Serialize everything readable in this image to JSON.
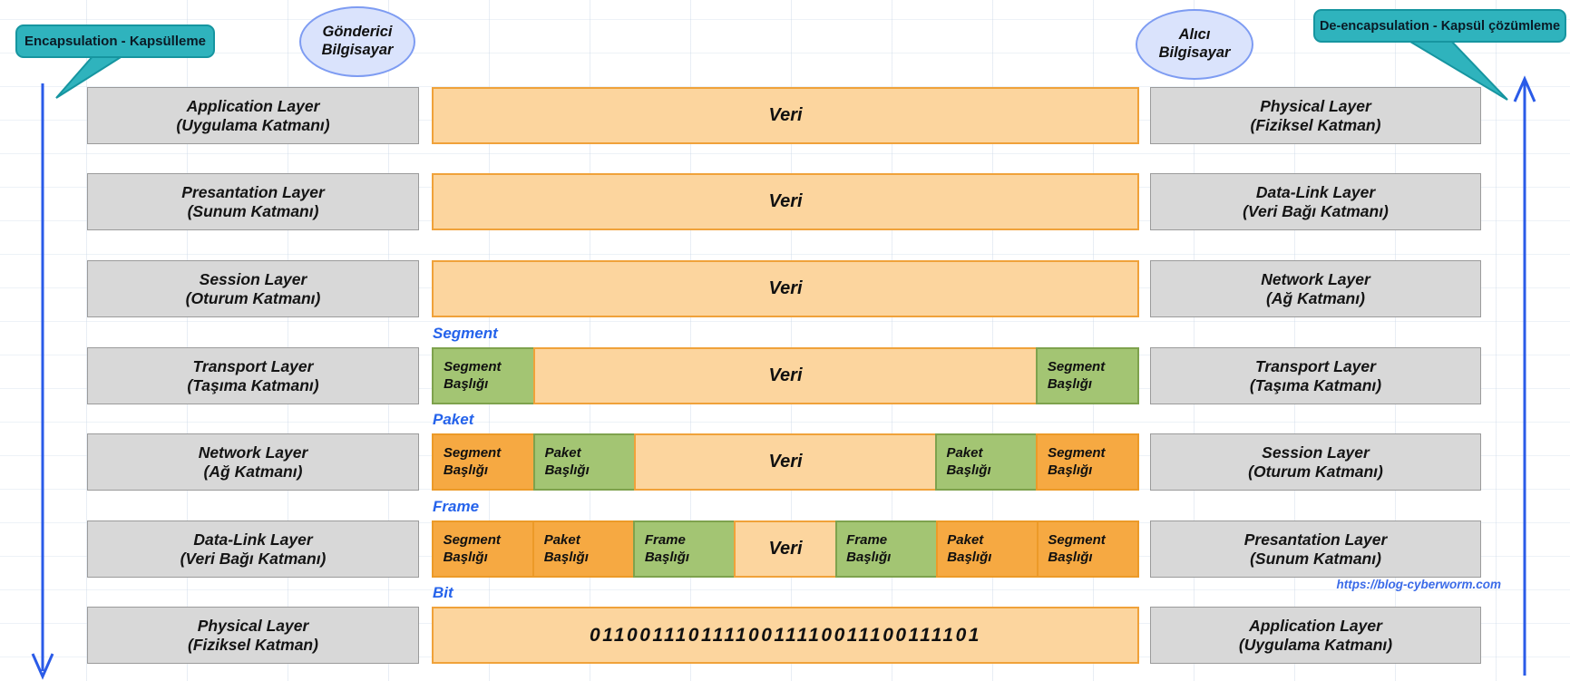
{
  "colors": {
    "teal": "#2FB3BD",
    "teal_border": "#1695A0",
    "peach": "#FCD59E",
    "peach_border": "#F0A23A",
    "orange": "#F6A942",
    "orange_border": "#EC9A28",
    "green": "#A3C573",
    "green_border": "#7EA24D",
    "gray_box": "#D8D8D8",
    "gray_border": "#9B9B9B",
    "ellipse_fill": "#DAE3FC",
    "ellipse_border": "#7E9CF2",
    "arrow_blue": "#2A5BE8",
    "label_blue": "#2563EB"
  },
  "callouts": {
    "encapsulation": "Encapsulation - Kapsülleme",
    "deencapsulation": "De-encapsulation - Kapsül çözümleme"
  },
  "computers": {
    "sender": {
      "line1": "Gönderici",
      "line2": "Bilgisayar"
    },
    "receiver": {
      "line1": "Alıcı",
      "line2": "Bilgisayar"
    }
  },
  "left_layers": [
    {
      "en": "Application Layer",
      "tr": "(Uygulama Katmanı)"
    },
    {
      "en": "Presantation Layer",
      "tr": "(Sunum Katmanı)"
    },
    {
      "en": "Session Layer",
      "tr": "(Oturum Katmanı)"
    },
    {
      "en": "Transport Layer",
      "tr": "(Taşıma Katmanı)"
    },
    {
      "en": "Network Layer",
      "tr": "(Ağ Katmanı)"
    },
    {
      "en": "Data-Link Layer",
      "tr": "(Veri Bağı Katmanı)"
    },
    {
      "en": "Physical Layer",
      "tr": "(Fiziksel Katman)"
    }
  ],
  "right_layers": [
    {
      "en": "Physical Layer",
      "tr": "(Fiziksel Katman)"
    },
    {
      "en": "Data-Link Layer",
      "tr": "(Veri Bağı Katmanı)"
    },
    {
      "en": "Network Layer",
      "tr": "(Ağ Katmanı)"
    },
    {
      "en": "Transport Layer",
      "tr": "(Taşıma Katmanı)"
    },
    {
      "en": "Session Layer",
      "tr": "(Oturum Katmanı)"
    },
    {
      "en": "Presantation Layer",
      "tr": "(Sunum Katmanı)"
    },
    {
      "en": "Application Layer",
      "tr": "(Uygulama Katmanı)"
    }
  ],
  "stage_labels": [
    "Segment",
    "Paket",
    "Frame",
    "Bit"
  ],
  "pdu_rows": [
    {
      "cells": [
        {
          "type": "veri",
          "flex": 7,
          "label": "Veri"
        }
      ]
    },
    {
      "cells": [
        {
          "type": "veri",
          "flex": 7,
          "label": "Veri"
        }
      ]
    },
    {
      "cells": [
        {
          "type": "veri",
          "flex": 7,
          "label": "Veri"
        }
      ]
    },
    {
      "cells": [
        {
          "type": "green",
          "flex": 1,
          "label": "Segment Başlığı"
        },
        {
          "type": "veri",
          "flex": 5,
          "label": "Veri"
        },
        {
          "type": "green",
          "flex": 1,
          "label": "Segment Başlığı"
        }
      ]
    },
    {
      "cells": [
        {
          "type": "orange",
          "flex": 1,
          "label": "Segment Başlığı"
        },
        {
          "type": "green",
          "flex": 1,
          "label": "Paket Başlığı"
        },
        {
          "type": "veri",
          "flex": 3,
          "label": "Veri"
        },
        {
          "type": "green",
          "flex": 1,
          "label": "Paket Başlığı"
        },
        {
          "type": "orange",
          "flex": 1,
          "label": "Segment Başlığı"
        }
      ]
    },
    {
      "cells": [
        {
          "type": "orange",
          "flex": 1,
          "label": "Segment Başlığı"
        },
        {
          "type": "orange",
          "flex": 1,
          "label": "Paket Başlığı"
        },
        {
          "type": "green",
          "flex": 1,
          "label": "Frame Başlığı"
        },
        {
          "type": "veri",
          "flex": 1,
          "label": "Veri"
        },
        {
          "type": "green",
          "flex": 1,
          "label": "Frame Başlığı"
        },
        {
          "type": "orange",
          "flex": 1,
          "label": "Paket Başlığı"
        },
        {
          "type": "orange",
          "flex": 1,
          "label": "Segment Başlığı"
        }
      ]
    },
    {
      "cells": [
        {
          "type": "veri",
          "flex": 7,
          "binary": true,
          "label": "01100111011110011110011100111101"
        }
      ]
    }
  ],
  "footer": {
    "url": "https://blog-cyberworm.com"
  }
}
